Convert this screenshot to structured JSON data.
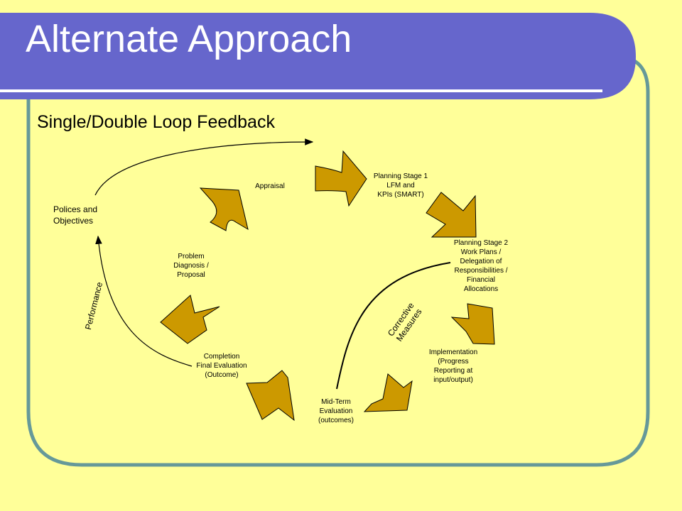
{
  "slide": {
    "title": "Alternate Approach",
    "subtitle": "Single/Double Loop Feedback"
  },
  "diagram": {
    "nodes": {
      "policies": "Polices and\nObjectives",
      "appraisal": "Appraisal",
      "planning1": "Planning Stage 1\nLFM and\nKPIs (SMART)",
      "planning2": "Planning Stage 2\nWork Plans /\nDelegation of\nResponsibilities /\nFinancial\nAllocations",
      "implementation": "Implementation\n(Progress\nReporting at\ninput/output)",
      "midterm": "Mid-Term\nEvaluation\n(outcomes)",
      "completion": "Completion\nFinal Evaluation\n(Outcome)",
      "problem": "Problem\nDiagnosis /\nProposal"
    },
    "loop_labels": {
      "performance": "Performance",
      "corrective": "Corrective\nMeasures"
    }
  },
  "colors": {
    "background": "#ffff99",
    "title_bar": "#6666cc",
    "frame": "#669999",
    "arrow_fill": "#cc9900"
  }
}
